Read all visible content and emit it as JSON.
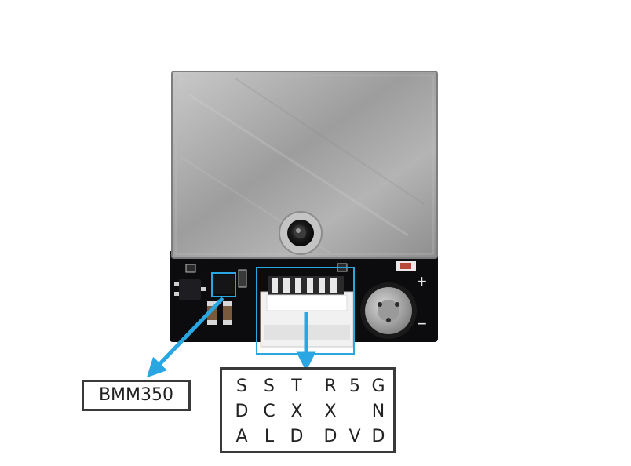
{
  "chip_label": "BMM350",
  "pins": [
    {
      "lines": [
        "S",
        "D",
        "A"
      ]
    },
    {
      "lines": [
        "S",
        "C",
        "L"
      ]
    },
    {
      "lines": [
        "T",
        "X",
        "D"
      ]
    },
    {
      "lines": [
        "R",
        "X",
        "D"
      ]
    },
    {
      "lines": [
        "5",
        "",
        "V"
      ]
    },
    {
      "lines": [
        "G",
        "N",
        "D"
      ]
    }
  ],
  "board_marks": {
    "plus": "+",
    "minus": "−"
  },
  "colors": {
    "pcb": "#0c0c0e",
    "shield": "#a9a9a9",
    "connector": "#f1f1f1",
    "callout": "#2aa7e3",
    "label_border": "#3a3a3a"
  }
}
